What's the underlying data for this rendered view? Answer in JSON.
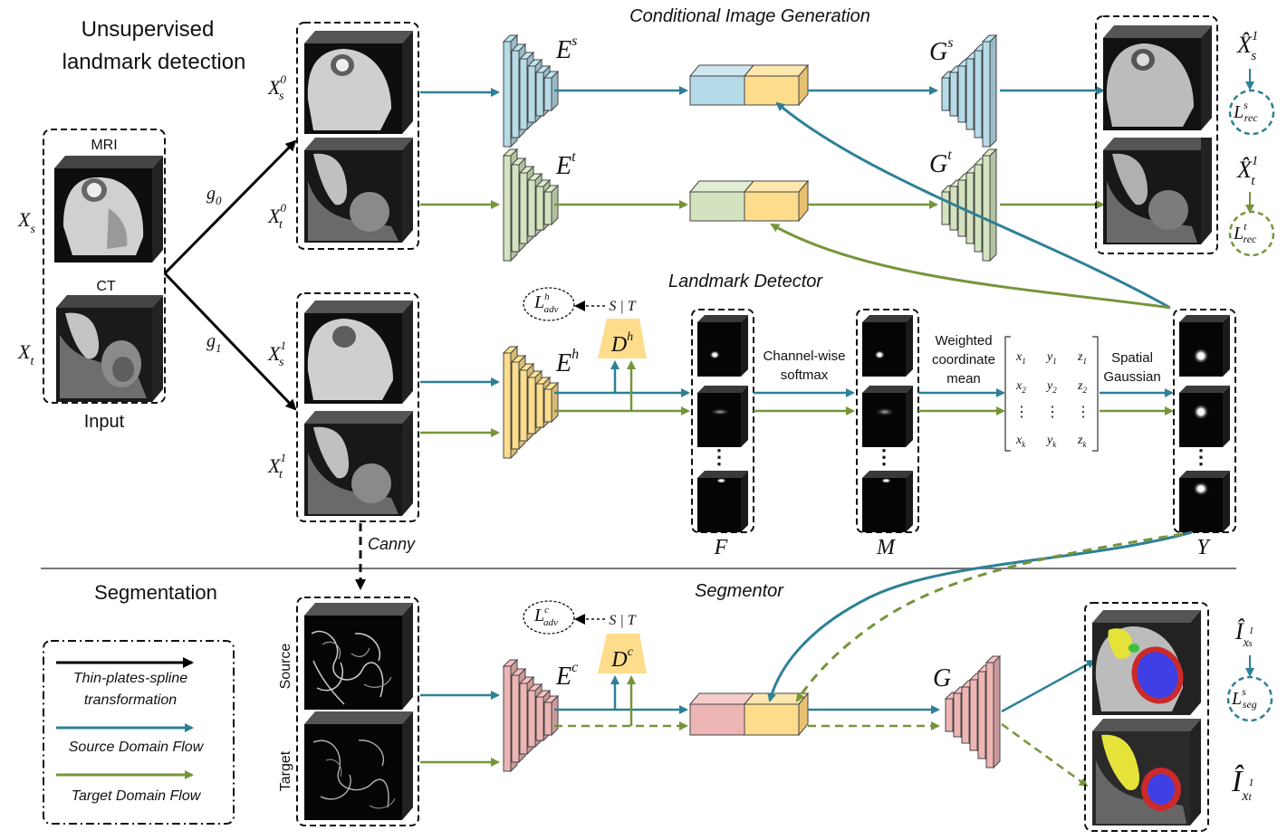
{
  "headings": {
    "unsupervised_line1": "Unsupervised",
    "unsupervised_line2": "landmark detection",
    "conditional_generation": "Conditional Image Generation",
    "landmark_detector": "Landmark Detector",
    "segmentation": "Segmentation",
    "segmentor": "Segmentor"
  },
  "input": {
    "mri_label": "MRI",
    "ct_label": "CT",
    "caption": "Input",
    "xs": "X",
    "xs_sub": "s",
    "xt": "X",
    "xt_sub": "t"
  },
  "transforms": {
    "g0": "g",
    "g0_sub": "0",
    "g1": "g",
    "g1_sub": "1"
  },
  "warped": {
    "x": "X",
    "s": "s",
    "t": "t",
    "sup0": "0",
    "sup1": "1",
    "canny": "Canny"
  },
  "encoders": {
    "E": "E",
    "s": "s",
    "t": "t",
    "h": "h",
    "c": "c",
    "D": "D",
    "st": "S | T",
    "L": "L",
    "adv": "adv"
  },
  "generators": {
    "G": "G",
    "s": "s",
    "t": "t"
  },
  "landmark_pipeline": {
    "softmax_line1": "Channel-wise",
    "softmax_line2": "softmax",
    "coord_line1": "Weighted",
    "coord_line2": "coordinate",
    "coord_line3": "mean",
    "gauss_line1": "Spatial",
    "gauss_line2": "Gaussian",
    "F": "F",
    "M": "M",
    "Y": "Y",
    "dots": "⋮"
  },
  "matrix": {
    "row1": [
      "x",
      "y",
      "z"
    ],
    "subs": [
      "1",
      "2",
      "k"
    ],
    "dots": "⋮"
  },
  "outputs": {
    "xhat": "X̂",
    "s": "s",
    "t": "t",
    "sup": "1",
    "L": "L",
    "rec": "rec",
    "seg": "seg",
    "ihat": "Î",
    "x": "x"
  },
  "edges": {
    "source": "Source",
    "target": "Target"
  },
  "legend": {
    "tps": "Thin-plates-spline",
    "tps2": "transformation",
    "source": "Source Domain Flow",
    "target": "Target Domain Flow"
  },
  "colors": {
    "source_flow": "#2e8096",
    "target_flow": "#76953a",
    "enc_s": "#b6dbe8",
    "enc_t": "#d3e3bf",
    "enc_h": "#fddc8c",
    "enc_c": "#eeb5b5"
  }
}
